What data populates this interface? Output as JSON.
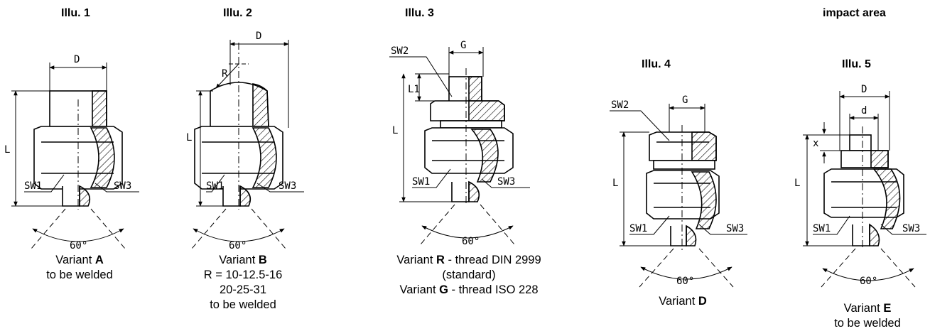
{
  "figures": [
    {
      "heading": "Illu. 1",
      "variant_prefix": "Variant ",
      "variant_letter": "A",
      "variant_suffix": "",
      "caption_lines": [
        "to be welded"
      ],
      "labels": {
        "d_main": "D",
        "length": "L",
        "sw1": "SW1",
        "sw3": "SW3",
        "angle": "60°"
      }
    },
    {
      "heading": "Illu. 2",
      "variant_prefix": "Variant ",
      "variant_letter": "B",
      "variant_suffix": "",
      "caption_lines": [
        "R = 10-12.5-16",
        "20-25-31",
        "to be welded"
      ],
      "labels": {
        "d_main": "D",
        "radius": "R",
        "length": "L",
        "sw1": "SW1",
        "sw3": "SW3",
        "angle": "60°"
      }
    },
    {
      "heading": "Illu. 3",
      "variant_prefix": "Variant ",
      "variant_letter": "R",
      "variant_suffix": " - thread DIN 2999",
      "caption_lines": [
        "(standard)"
      ],
      "second_prefix": "Variant ",
      "second_letter": "G",
      "second_suffix": " - thread ISO 228",
      "labels": {
        "sw2": "SW2",
        "g": "G",
        "l1": "L1",
        "length": "L",
        "sw1": "SW1",
        "sw3": "SW3",
        "angle": "60°"
      }
    },
    {
      "heading": "Illu. 4",
      "variant_prefix": "Variant ",
      "variant_letter": "D",
      "variant_suffix": "",
      "caption_lines": [],
      "labels": {
        "sw2": "SW2",
        "g": "G",
        "length": "L",
        "sw1": "SW1",
        "sw3": "SW3",
        "angle": "60°"
      }
    },
    {
      "heading": "Illu. 5",
      "top_heading": "impact area",
      "variant_prefix": "Variant ",
      "variant_letter": "E",
      "variant_suffix": "",
      "caption_lines": [
        "to be welded"
      ],
      "labels": {
        "d_main": "D",
        "d_small": "d",
        "x": "x",
        "length": "L",
        "sw1": "SW1",
        "sw3": "SW3",
        "angle": "60°"
      }
    }
  ]
}
